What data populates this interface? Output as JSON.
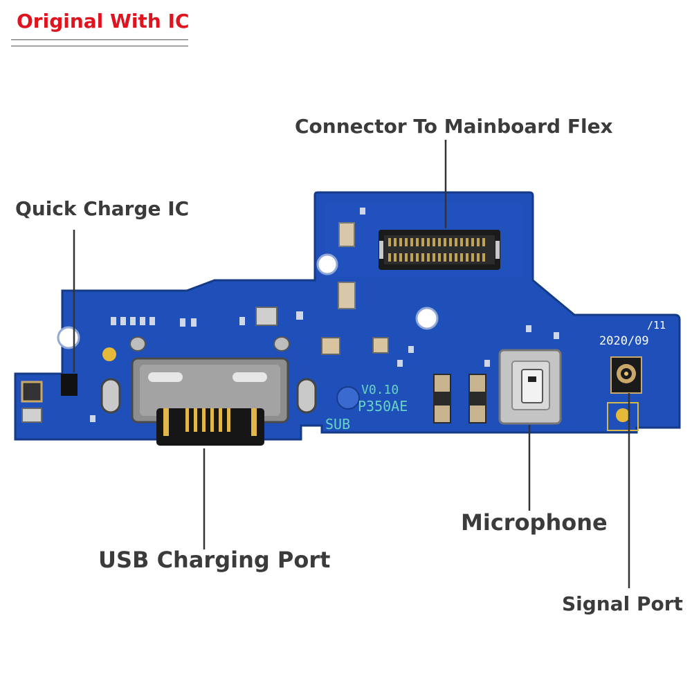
{
  "header": {
    "title": "Original With IC"
  },
  "labels": {
    "connector": "Connector To Mainboard Flex",
    "quick_charge": "Quick Charge IC",
    "usb_port": "USB Charging Port",
    "microphone": "Microphone",
    "signal_port": "Signal Port"
  },
  "board_markings": {
    "date": "2020/09",
    "rev_suffix": "/11",
    "version": "V0.10",
    "part": "P350AE",
    "sub": "SUB"
  },
  "colors": {
    "title_red": "#e0141e",
    "pcb_blue": "#1f4fb8",
    "label_gray": "#3b3b3b"
  }
}
